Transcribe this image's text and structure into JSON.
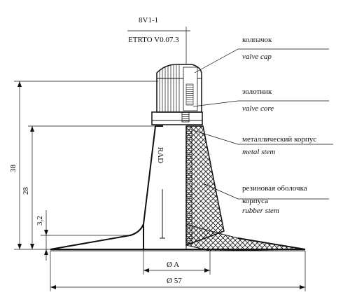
{
  "standard": {
    "code": "8V1-1",
    "etrto": "ETRTO V0.07.3"
  },
  "callouts": [
    {
      "ru": "колпачок",
      "en": "valve cap"
    },
    {
      "ru": "золотник",
      "en": "valve core"
    },
    {
      "ru": "металлический корпус",
      "en": "metal stem"
    },
    {
      "ru": "резиновая оболочка",
      "ru2": "корпуса",
      "en": "rubber stem"
    }
  ],
  "dimensions": {
    "total_height": "38",
    "stem_height": "28",
    "base_height": "3,2",
    "diameter_a": "Ø A",
    "diameter_base": "Ø 57"
  },
  "stem_marking": "RAD"
}
